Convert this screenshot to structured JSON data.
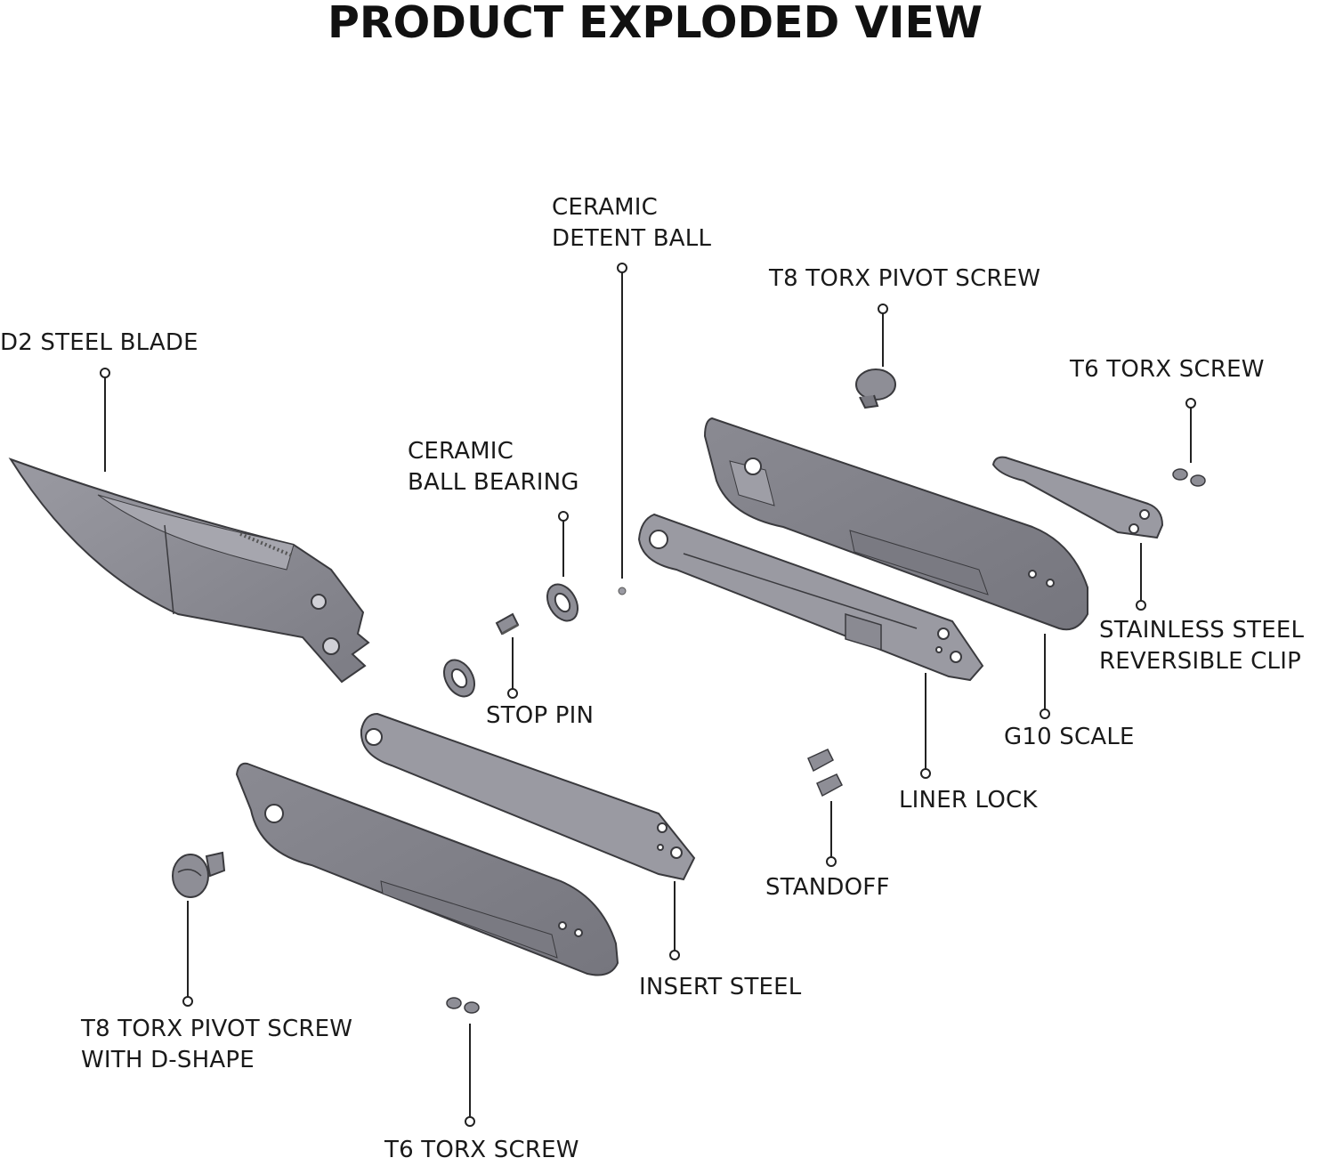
{
  "title": "PRODUCT EXPLODED VIEW",
  "labels": {
    "d2_blade": [
      "D2 STEEL BLADE"
    ],
    "detent_ball": [
      "CERAMIC",
      "DETENT BALL"
    ],
    "pivot_top": [
      "T8 TORX PIVOT SCREW"
    ],
    "t6_top": [
      "T6 TORX SCREW"
    ],
    "ball_bearing": [
      "CERAMIC",
      "BALL BEARING"
    ],
    "clip": [
      "STAINLESS STEEL",
      "REVERSIBLE CLIP"
    ],
    "stop_pin": [
      "STOP PIN"
    ],
    "g10_scale": [
      "G10 SCALE"
    ],
    "liner_lock": [
      "LINER LOCK"
    ],
    "standoff": [
      "STANDOFF"
    ],
    "insert_steel": [
      "INSERT STEEL"
    ],
    "pivot_bottom": [
      "T8 TORX PIVOT SCREW",
      "WITH D-SHAPE"
    ],
    "t6_bottom": [
      "T6 TORX SCREW"
    ]
  },
  "colors": {
    "part_fill": "#8e8e96",
    "part_light": "#a8a8b0",
    "part_dark": "#6f6f77",
    "outline": "#3a3a3e",
    "leader": "#222222"
  }
}
